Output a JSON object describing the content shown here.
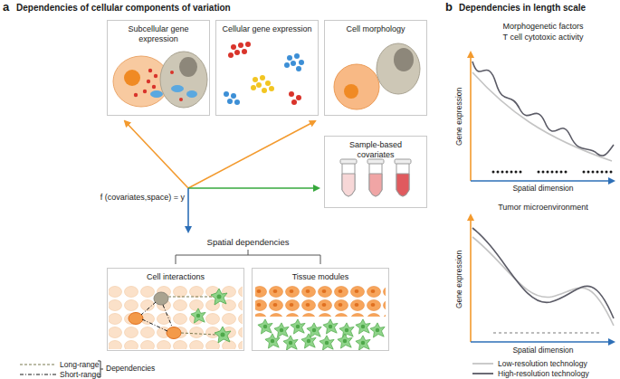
{
  "diagram": {
    "nodes": [
      {
        "text": [
          "Subcellular gene expression"
        ]
      },
      {
        "text": [
          "Cellular gene expression"
        ]
      },
      {
        "text": [
          "Cell morphology"
        ]
      },
      {
        "text": [
          "Sample-based covariates"
        ]
      },
      {
        "text": [
          "Cell interactions"
        ]
      },
      {
        "text": [
          "Tissue modules"
        ]
      }
    ],
    "labels": [
      "a",
      "Dependencies of cellular components of variation",
      "b",
      "Dependencies in length scale",
      "f (covariates,space) = y",
      "Spatial dependencies",
      "Dependencies",
      "Morphogenetic factors",
      "T cell cytotoxic activity",
      "Gene expression",
      "Spatial dimension",
      "Tumor microenvironment",
      "Gene expression",
      "Spatial dimension"
    ],
    "legend": [
      {
        "text": "Long-range"
      },
      {
        "text": "Short-range"
      },
      {
        "text": "Low-resolution technology"
      },
      {
        "text": "High-resolution technology"
      }
    ]
  }
}
